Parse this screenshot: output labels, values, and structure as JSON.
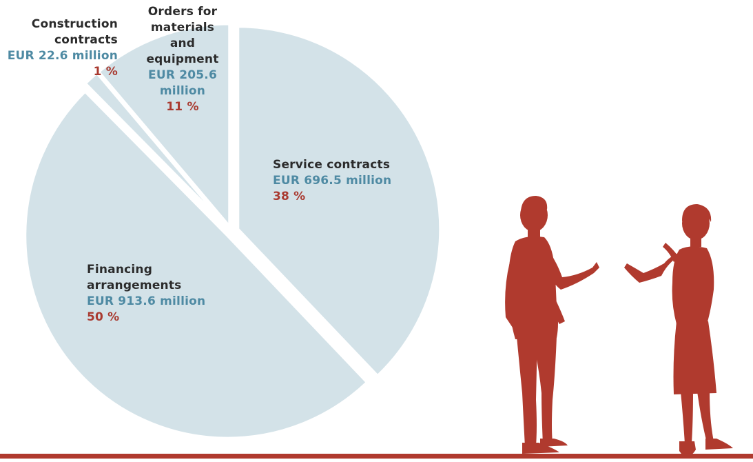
{
  "colors": {
    "slice_fill": "#d3e2e8",
    "title_text": "#2b2b2b",
    "value_text": "#4e8aa3",
    "percent_text": "#a93a30",
    "silhouette": "#b03a2e"
  },
  "chart_data": {
    "type": "pie",
    "slices": [
      {
        "label": "Service contracts",
        "value_text": "EUR 696.5 million",
        "percent_text": "38 %",
        "value": 696.5,
        "percent": 38
      },
      {
        "label": "Financing arrangements",
        "value_text": "EUR 913.6 million",
        "percent_text": "50 %",
        "value": 913.6,
        "percent": 50
      },
      {
        "label": "Construction contracts",
        "value_text": "EUR 22.6 million",
        "percent_text": "1 %",
        "value": 22.6,
        "percent": 1
      },
      {
        "label": "Orders for materials and equipment",
        "value_text": "EUR 205.6 million",
        "percent_text": "11 %",
        "value": 205.6,
        "percent": 11
      }
    ]
  },
  "labels": {
    "construction": {
      "line1": "Construction",
      "line2": "contracts"
    },
    "orders": {
      "line1": "Orders for",
      "line2": "materials",
      "line3": "and",
      "line4": "equipment",
      "value_line1": "EUR 205.6",
      "value_line2": "million"
    },
    "financing": {
      "line1": "Financing",
      "line2": "arrangements"
    }
  },
  "illustration": {
    "icon": "two-people-talking-silhouette-icon"
  }
}
